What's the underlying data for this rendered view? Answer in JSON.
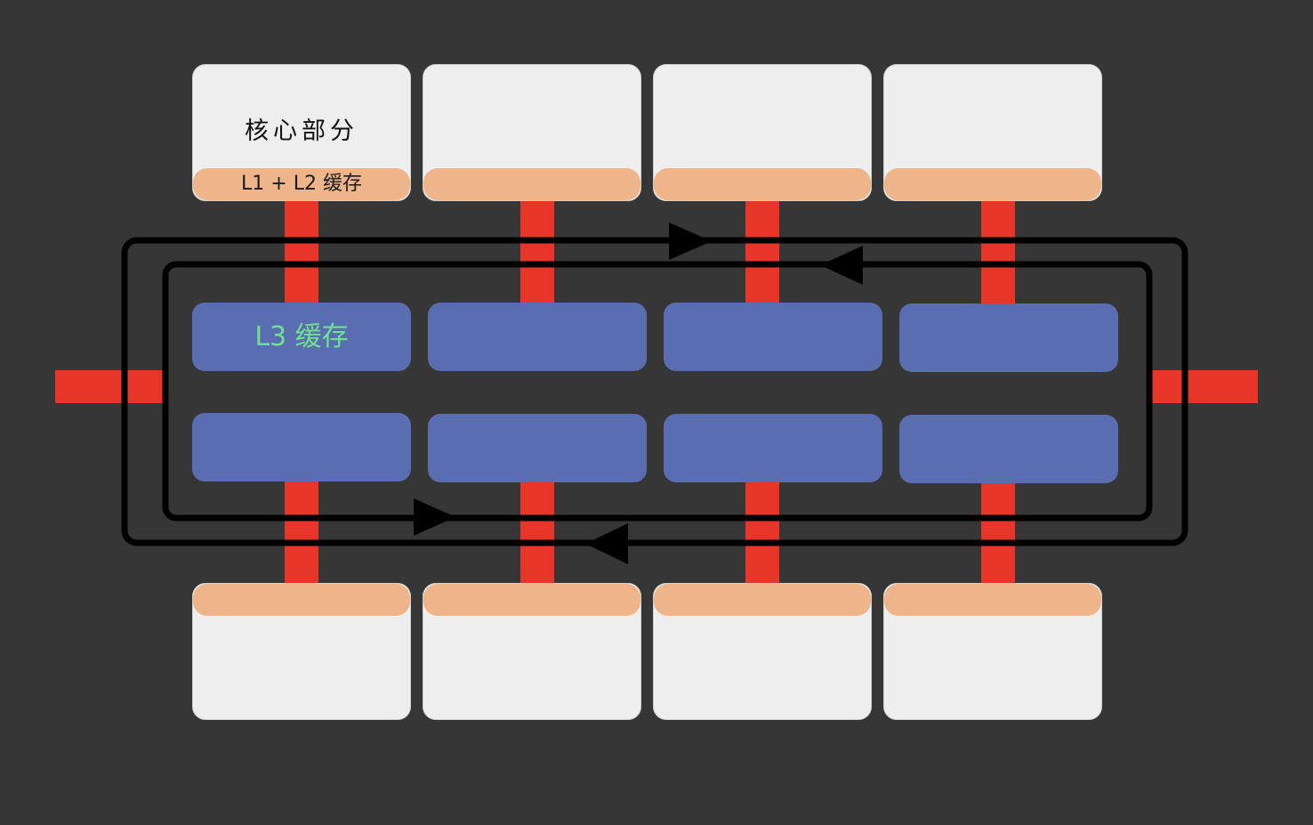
{
  "labels": {
    "core": "核心部分",
    "l1l2_cache": "L1 + L2 缓存",
    "l3_cache": "L3 缓存"
  },
  "colors": {
    "background": "#363636",
    "core": "#eeeeee",
    "l1l2_cache": "#edb589",
    "l3_cache": "#5a6db0",
    "l3_label": "#6fe08f",
    "interconnect": "#e8352a",
    "ring_bus": "#000000"
  },
  "diagram": {
    "top_cores": 4,
    "bottom_cores": 4,
    "l3_slices_per_row": 4,
    "l3_rows": 2,
    "ring_buses": [
      {
        "name": "outer-ring",
        "direction": "clockwise"
      },
      {
        "name": "inner-ring",
        "direction": "counter-clockwise"
      }
    ]
  }
}
